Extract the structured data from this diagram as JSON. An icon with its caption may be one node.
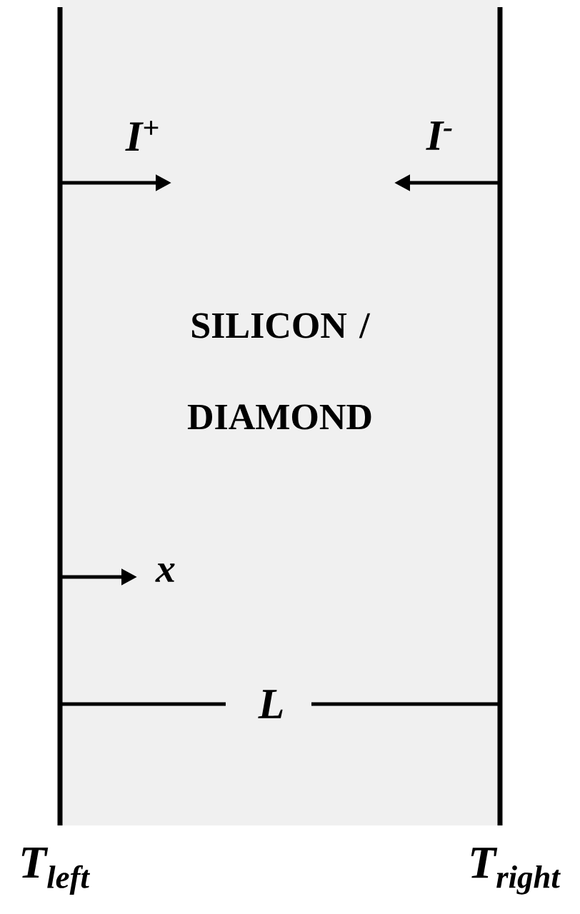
{
  "diagram": {
    "nodes": [
      {
        "text": [
          "SILICON / DIAMOND"
        ]
      }
    ],
    "labels": [
      "I$^{+}$",
      "I$^{-}$",
      "x",
      "L",
      "T$_{left}$",
      "T$_{right}$"
    ]
  }
}
